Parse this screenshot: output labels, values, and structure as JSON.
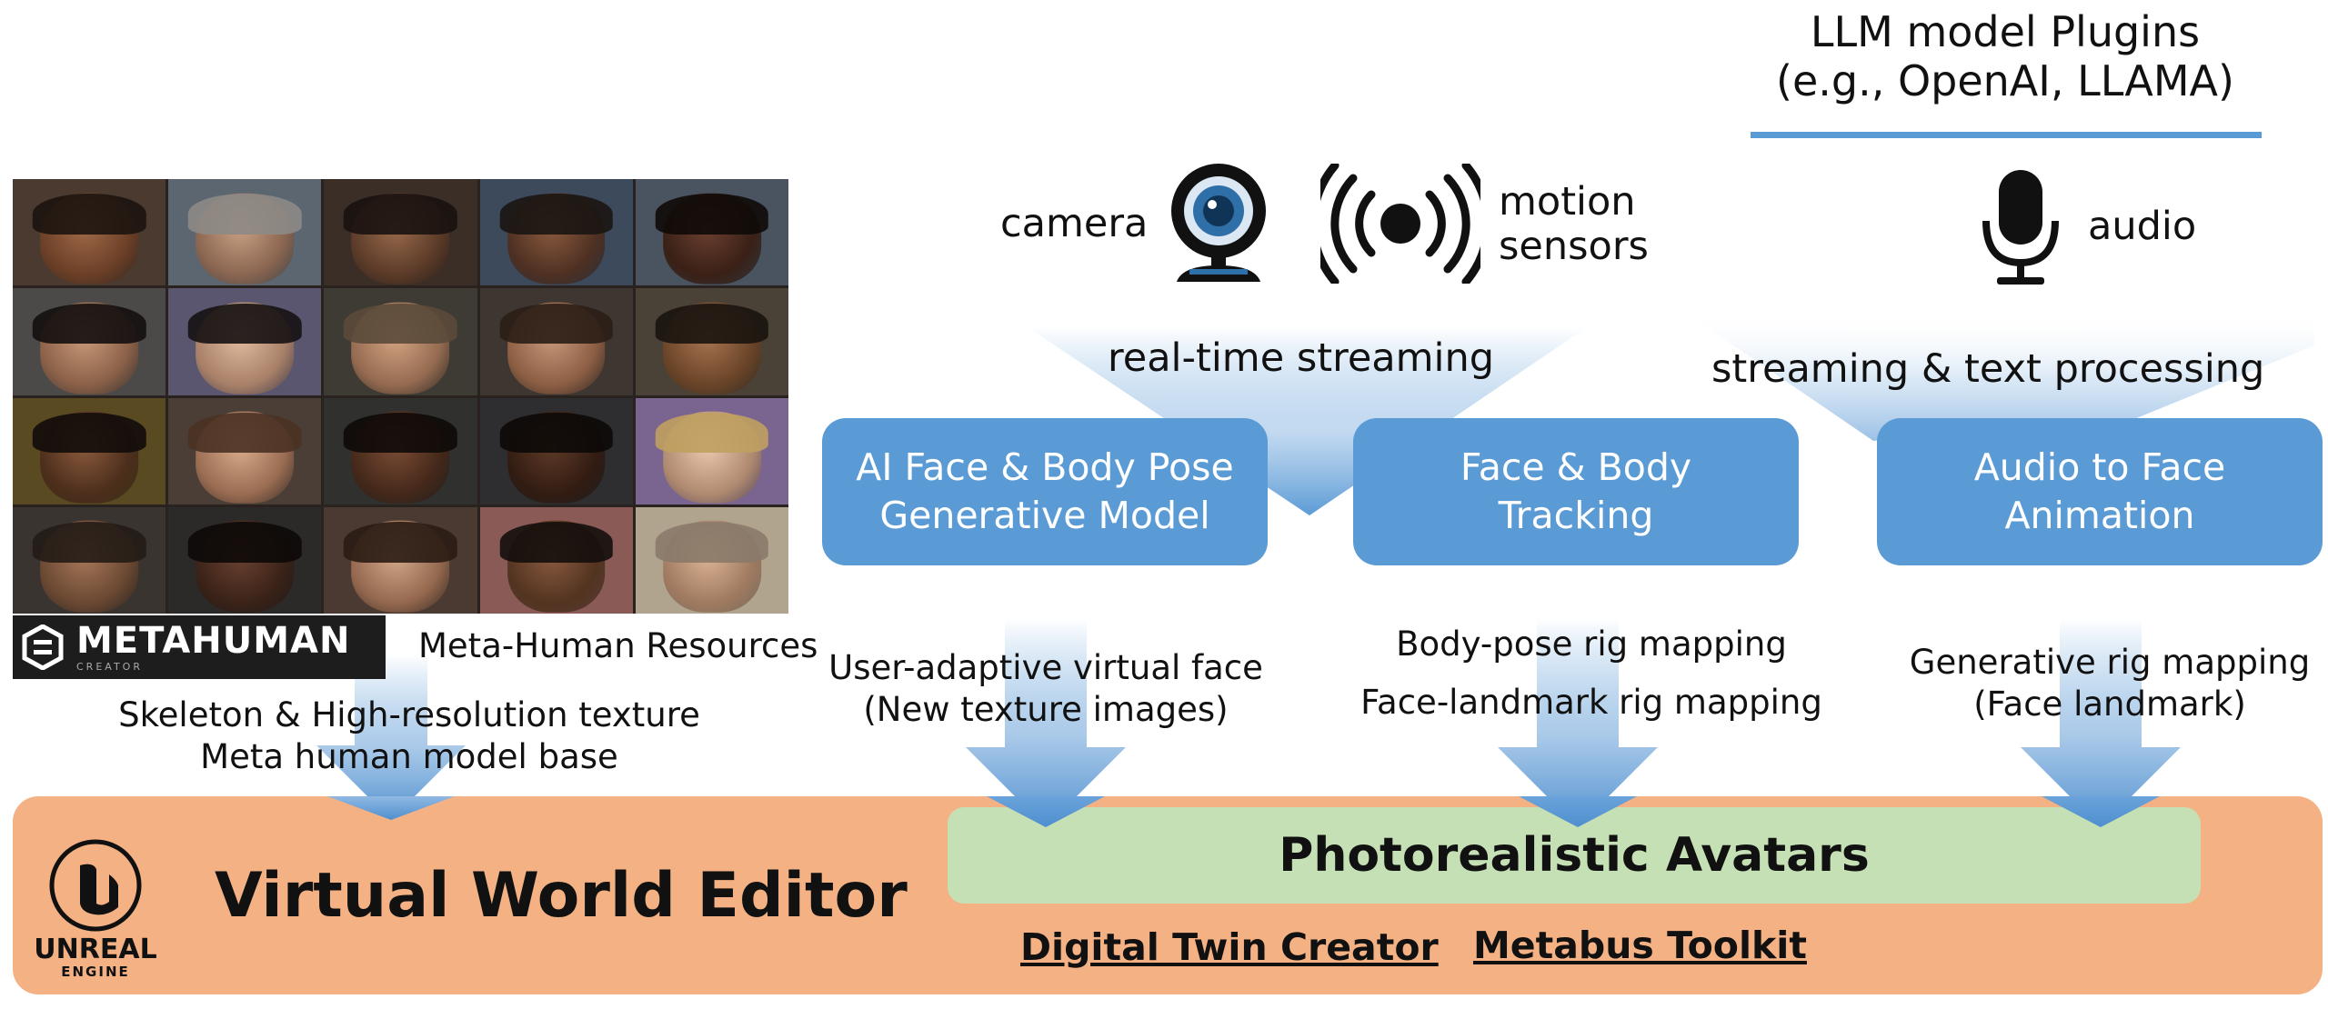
{
  "llm": {
    "line1": "LLM model Plugins",
    "line2": "(e.g., OpenAI, LLAMA)"
  },
  "inputs": {
    "camera": "camera",
    "motion1": "motion",
    "motion2": "sensors",
    "audio": "audio"
  },
  "streams": {
    "realtime": "real-time streaming",
    "text": "streaming & text processing"
  },
  "boxes": {
    "ai_pose": [
      "AI Face & Body Pose",
      "Generative Model"
    ],
    "tracking": [
      "Face & Body",
      "Tracking"
    ],
    "audio2face": [
      "Audio to Face",
      "Animation"
    ]
  },
  "metahuman": {
    "logo": "METAHUMAN",
    "logo_sub": "CREATOR",
    "resources": "Meta-Human Resources"
  },
  "mappings": {
    "skeleton": "Skeleton & High-resolution texture",
    "model_base": "Meta human model base",
    "virtual_face": "User-adaptive virtual face",
    "new_texture": "(New texture images)",
    "body_rig": "Body-pose rig mapping",
    "face_rig": "Face-landmark rig mapping",
    "gen_rig": "Generative rig mapping",
    "face_landmark": "(Face landmark)"
  },
  "editor": {
    "title": "Virtual World Editor",
    "avatars": "Photorealistic Avatars",
    "digital_twin": "Digital Twin Creator",
    "toolkit": "Metabus Toolkit",
    "engine": "UNREAL",
    "engine_sub": "ENGINE"
  },
  "icons": [
    "webcam-icon",
    "broadcast-icon",
    "microphone-icon",
    "unreal-logo-icon",
    "metahuman-logo-icon"
  ],
  "colors": {
    "blue": "#5b9bd5",
    "orange": "#f4b183",
    "green": "#c5e0b4"
  }
}
